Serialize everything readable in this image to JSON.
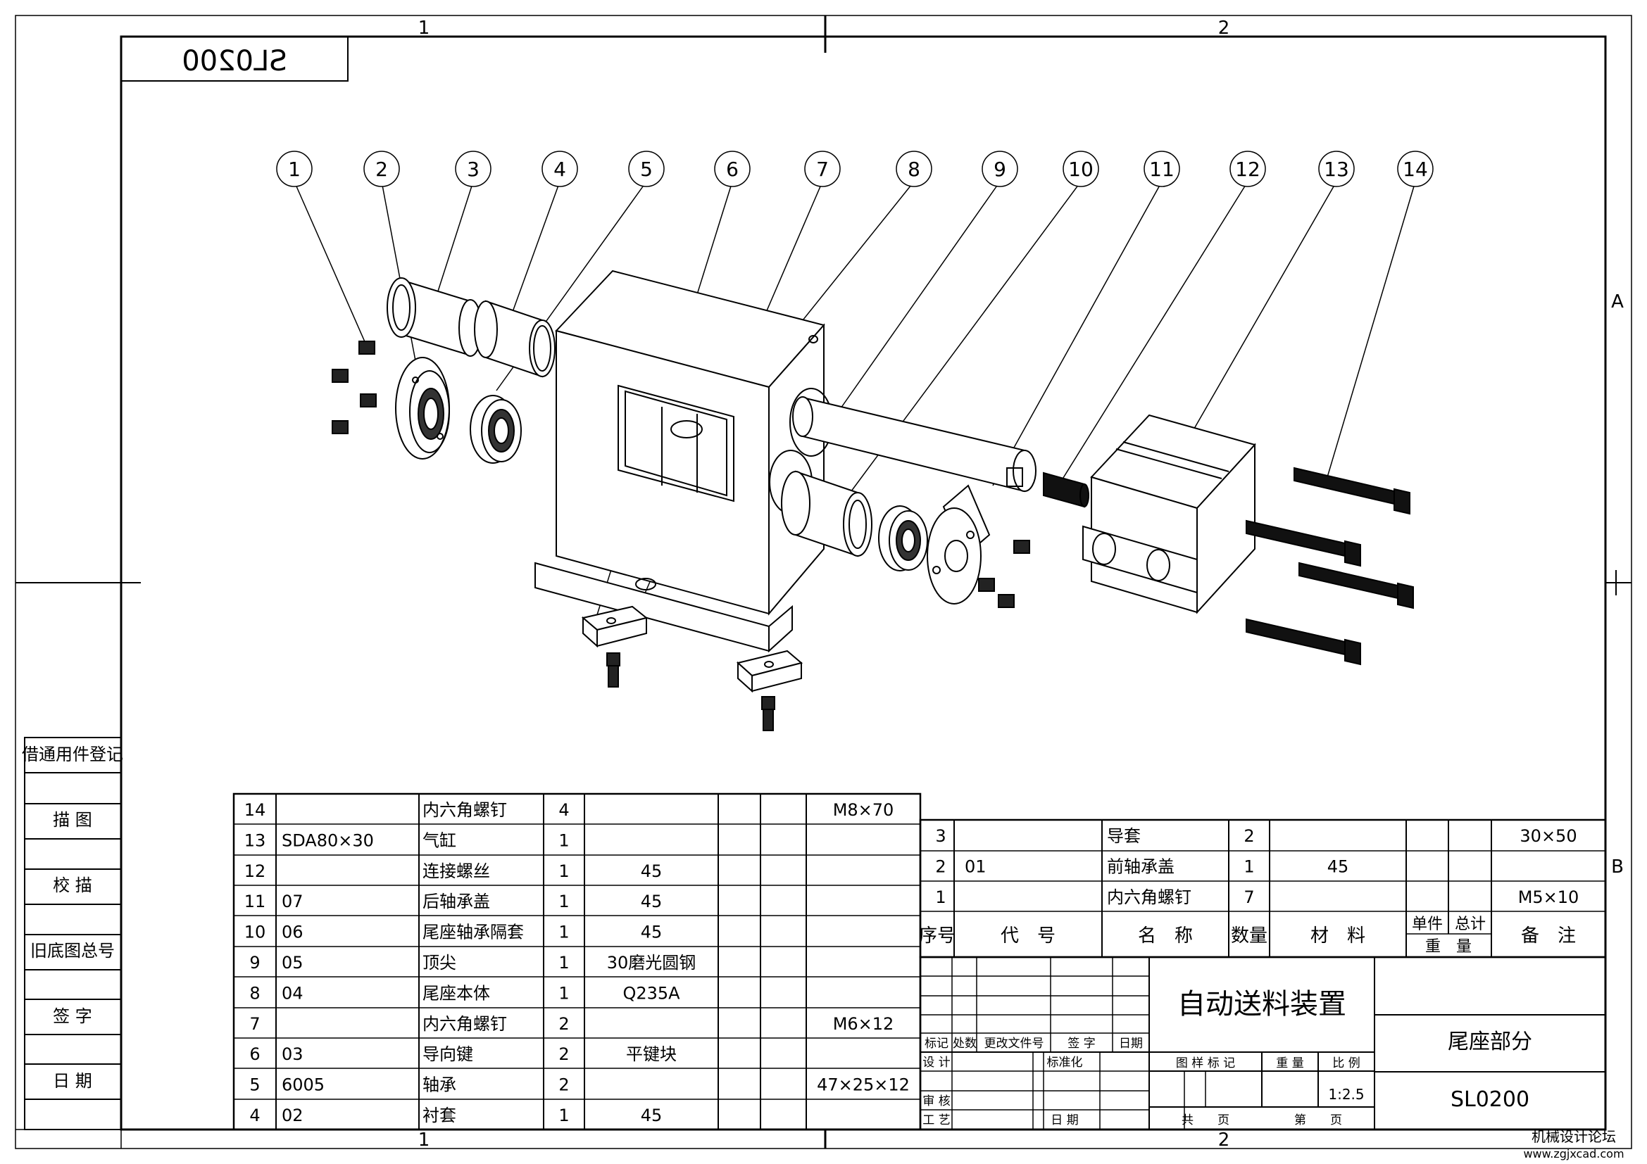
{
  "drawing_number_mirrored": "SL0200",
  "zone_cols": [
    "1",
    "2"
  ],
  "zone_rows": [
    "A",
    "B"
  ],
  "balloons": [
    "1",
    "2",
    "3",
    "4",
    "5",
    "6",
    "7",
    "8",
    "9",
    "10",
    "11",
    "12",
    "13",
    "14"
  ],
  "left_strip": [
    "借通用件登记",
    "描 图",
    "校 描",
    "旧底图总号",
    "签 字",
    "日 期"
  ],
  "bom_left": [
    {
      "no": "14",
      "code": "",
      "name": "内六角螺钉",
      "qty": "4",
      "mat": "",
      "note": "M8×70"
    },
    {
      "no": "13",
      "code": "SDA80×30",
      "name": "气缸",
      "qty": "1",
      "mat": "",
      "note": ""
    },
    {
      "no": "12",
      "code": "",
      "name": "连接螺丝",
      "qty": "1",
      "mat": "45",
      "note": ""
    },
    {
      "no": "11",
      "code": "07",
      "name": "后轴承盖",
      "qty": "1",
      "mat": "45",
      "note": ""
    },
    {
      "no": "10",
      "code": "06",
      "name": "尾座轴承隔套",
      "qty": "1",
      "mat": "45",
      "note": ""
    },
    {
      "no": "9",
      "code": "05",
      "name": "顶尖",
      "qty": "1",
      "mat": "30磨光圆钢",
      "note": ""
    },
    {
      "no": "8",
      "code": "04",
      "name": "尾座本体",
      "qty": "1",
      "mat": "Q235A",
      "note": ""
    },
    {
      "no": "7",
      "code": "",
      "name": "内六角螺钉",
      "qty": "2",
      "mat": "",
      "note": "M6×12"
    },
    {
      "no": "6",
      "code": "03",
      "name": "导向键",
      "qty": "2",
      "mat": "平键块",
      "note": ""
    },
    {
      "no": "5",
      "code": "6005",
      "name": "轴承",
      "qty": "2",
      "mat": "",
      "note": "47×25×12"
    },
    {
      "no": "4",
      "code": "02",
      "name": "衬套",
      "qty": "1",
      "mat": "45",
      "note": ""
    }
  ],
  "bom_right": [
    {
      "no": "3",
      "code": "",
      "name": "导套",
      "qty": "2",
      "mat": "",
      "note": "30×50"
    },
    {
      "no": "2",
      "code": "01",
      "name": "前轴承盖",
      "qty": "1",
      "mat": "45",
      "note": ""
    },
    {
      "no": "1",
      "code": "",
      "name": "内六角螺钉",
      "qty": "7",
      "mat": "",
      "note": "M5×10"
    }
  ],
  "bom_header": {
    "no": "序号",
    "code": "代　号",
    "name": "名　称",
    "qty": "数量",
    "mat": "材　料",
    "unit": "单件",
    "total": "总计",
    "weight": "重　量",
    "note": "备　注"
  },
  "title_block": {
    "title": "自动送料装置",
    "part_name": "尾座部分",
    "drawing_no": "SL0200",
    "scale": "1:2.5",
    "labels": {
      "mark": "标记",
      "count": "处数",
      "change_doc": "更改文件号",
      "sign": "签 字",
      "date": "日期",
      "design": "设 计",
      "standard": "标准化",
      "review": "审 核",
      "process": "工 艺",
      "date2": "日 期",
      "stage_mark": "图 样 标 记",
      "weight": "重 量",
      "scale": "比 例",
      "total_sheets": "共　　页",
      "sheet_no": "第　　页"
    }
  },
  "watermark": {
    "name": "机械设计论坛",
    "url": "www.zgjxcad.com"
  }
}
